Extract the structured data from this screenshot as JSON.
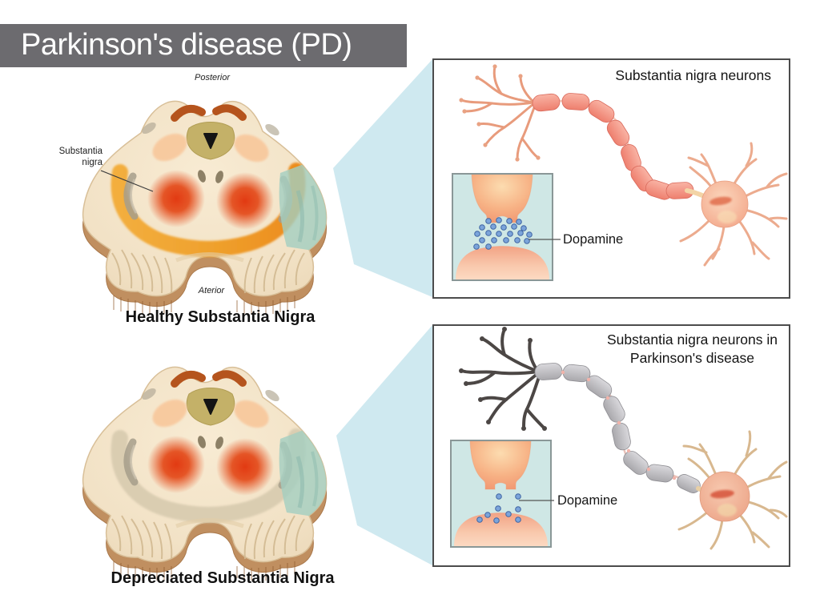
{
  "banner": {
    "title": "Parkinson's disease (PD)",
    "bg_color": "#6c6b6f"
  },
  "healthy_section": {
    "posterior_label": "Posterior",
    "anterior_label": "Aterior",
    "substantia_nigra_label_line1": "Substantia",
    "substantia_nigra_label_line2": "nigra",
    "caption": "Healthy Substantia Nigra"
  },
  "diseased_section": {
    "caption": "Depreciated Substantia Nigra"
  },
  "top_panel": {
    "title": "Substantia nigra neurons",
    "dopamine_label": "Dopamine",
    "dopamine_dot_count": 22
  },
  "bottom_panel": {
    "title_line1": "Substantia nigra neurons in",
    "title_line2": "Parkinson's disease",
    "dopamine_label": "Dopamine",
    "dopamine_dot_count": 9
  },
  "colors": {
    "banner_gray": "#6c6b6f",
    "zoom_beam": "#cfe9f0",
    "healthy_substantia_nigra": "#f0a435",
    "depleted_substantia_nigra": "#d6c9ad",
    "healthy_neuron": "#ee7f6e",
    "diseased_neuron": "#b0afb4",
    "dopamine_dot": "#7ba4da",
    "synapse_inset_bg": "#cfe7e5",
    "red_nucleus": "#e23a12"
  }
}
